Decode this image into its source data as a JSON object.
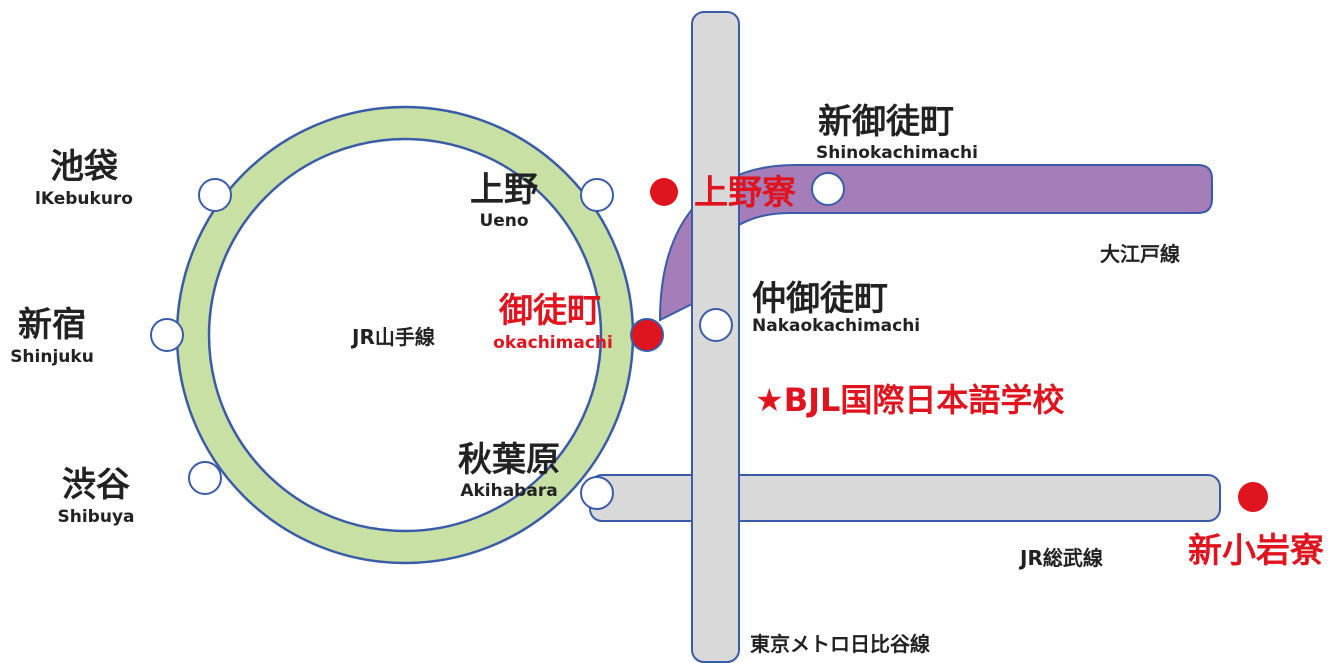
{
  "stations": {
    "ikebukuro": {
      "jp": "池袋",
      "en": "lKebukuro"
    },
    "shinjuku": {
      "jp": "新宿",
      "en": "Shinjuku"
    },
    "shibuya": {
      "jp": "渋谷",
      "en": "Shibuya"
    },
    "ueno": {
      "jp": "上野",
      "en": "Ueno"
    },
    "okachimachi": {
      "jp": "御徒町",
      "en": "okachimachi"
    },
    "akihabara": {
      "jp": "秋葉原",
      "en": "Akihabara"
    },
    "shinokachimachi": {
      "jp": "新御徒町",
      "en": "Shinokachimachi"
    },
    "nakaokachimachi": {
      "jp": "仲御徒町",
      "en": "Nakaokachimachi"
    }
  },
  "dorms": {
    "ueno": "上野寮",
    "shinkoiwa": "新小岩寮"
  },
  "school": {
    "star": "★",
    "name": "BJL国際日本語学校"
  },
  "lines": {
    "yamanote": "JR山手線",
    "oedo": "大江戸線",
    "sobu": "JR総武線",
    "hibiya": "東京メトロ日比谷線"
  },
  "colors": {
    "yamanote": "#c9e0a4",
    "oedo": "#a57db8",
    "sobu": "#d9d9d9",
    "hibiya": "#d9d9d9",
    "outline": "#3a5ca8",
    "accent": "#e0141e"
  }
}
